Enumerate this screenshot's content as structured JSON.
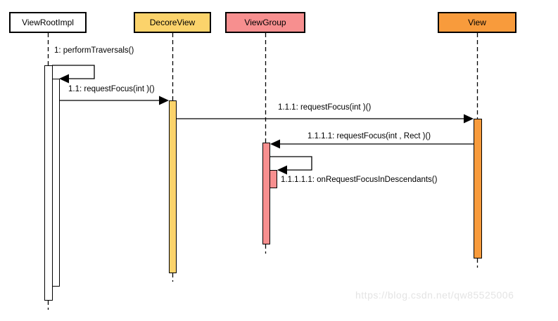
{
  "diagram": {
    "type": "uml-sequence",
    "participants": [
      {
        "name": "ViewRootImpl",
        "fill": "#FFFFFF"
      },
      {
        "name": "DecoreView",
        "fill": "#FBD36B"
      },
      {
        "name": "ViewGroup",
        "fill": "#F78F8F"
      },
      {
        "name": "View",
        "fill": "#F89B3C"
      }
    ],
    "messages": [
      {
        "seq": "1",
        "label": "1: performTraversals()",
        "from": "ViewRootImpl",
        "to": "ViewRootImpl",
        "kind": "self-call"
      },
      {
        "seq": "1.1",
        "label": "1.1: requestFocus(int )()",
        "from": "ViewRootImpl",
        "to": "DecoreView",
        "kind": "call"
      },
      {
        "seq": "1.1.1",
        "label": "1.1.1: requestFocus(int )()",
        "from": "DecoreView",
        "to": "View",
        "kind": "call"
      },
      {
        "seq": "1.1.1.1",
        "label": "1.1.1.1: requestFocus(int , Rect )()",
        "from": "View",
        "to": "ViewGroup",
        "kind": "call"
      },
      {
        "seq": "1.1.1.1.1",
        "label": "1.1.1.1.1: onRequestFocusInDescendants()",
        "from": "ViewGroup",
        "to": "ViewGroup",
        "kind": "self-call"
      }
    ],
    "colors": {
      "line": "#000000",
      "gold": "#FBD36B",
      "pink": "#F78F8F",
      "orange": "#F89B3C",
      "watermark_text": "#E4E4E4"
    },
    "watermark": "https://blog.csdn.net/qw85525006"
  }
}
